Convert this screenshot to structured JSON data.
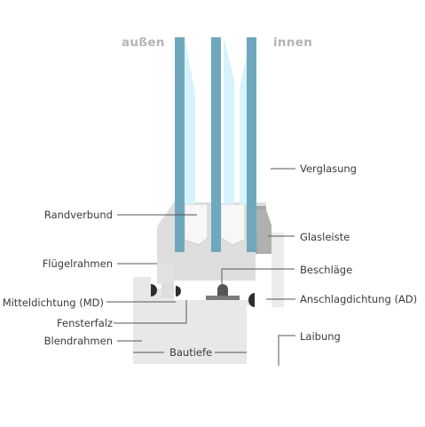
{
  "sides": {
    "outside": "außen",
    "inside": "innen"
  },
  "labels": {
    "verglasung": "Verglasung",
    "randverbund": "Randverbund",
    "glasleiste": "Glasleiste",
    "fluegelrahmen": "Flügelrahmen",
    "beschlaege": "Beschläge",
    "mitteldichtung": "Mitteldichtung (MD)",
    "anschlagdichtung": "Anschlagdichtung (AD)",
    "fensterfalz": "Fensterfalz",
    "laibung": "Laibung",
    "blendrahmen": "Blendrahmen",
    "bautiefe": "Bautiefe"
  },
  "colors": {
    "glass_edge": "#6fa8bc",
    "glass_fill": "#d6f3fb",
    "frame": "#e6e6e6",
    "frame_shadow": "#cfcfcf",
    "glazing_bead": "#a9a9a9",
    "seal": "#2e2e2e",
    "leader": "#555555",
    "side_text": "#b4b4b4"
  }
}
